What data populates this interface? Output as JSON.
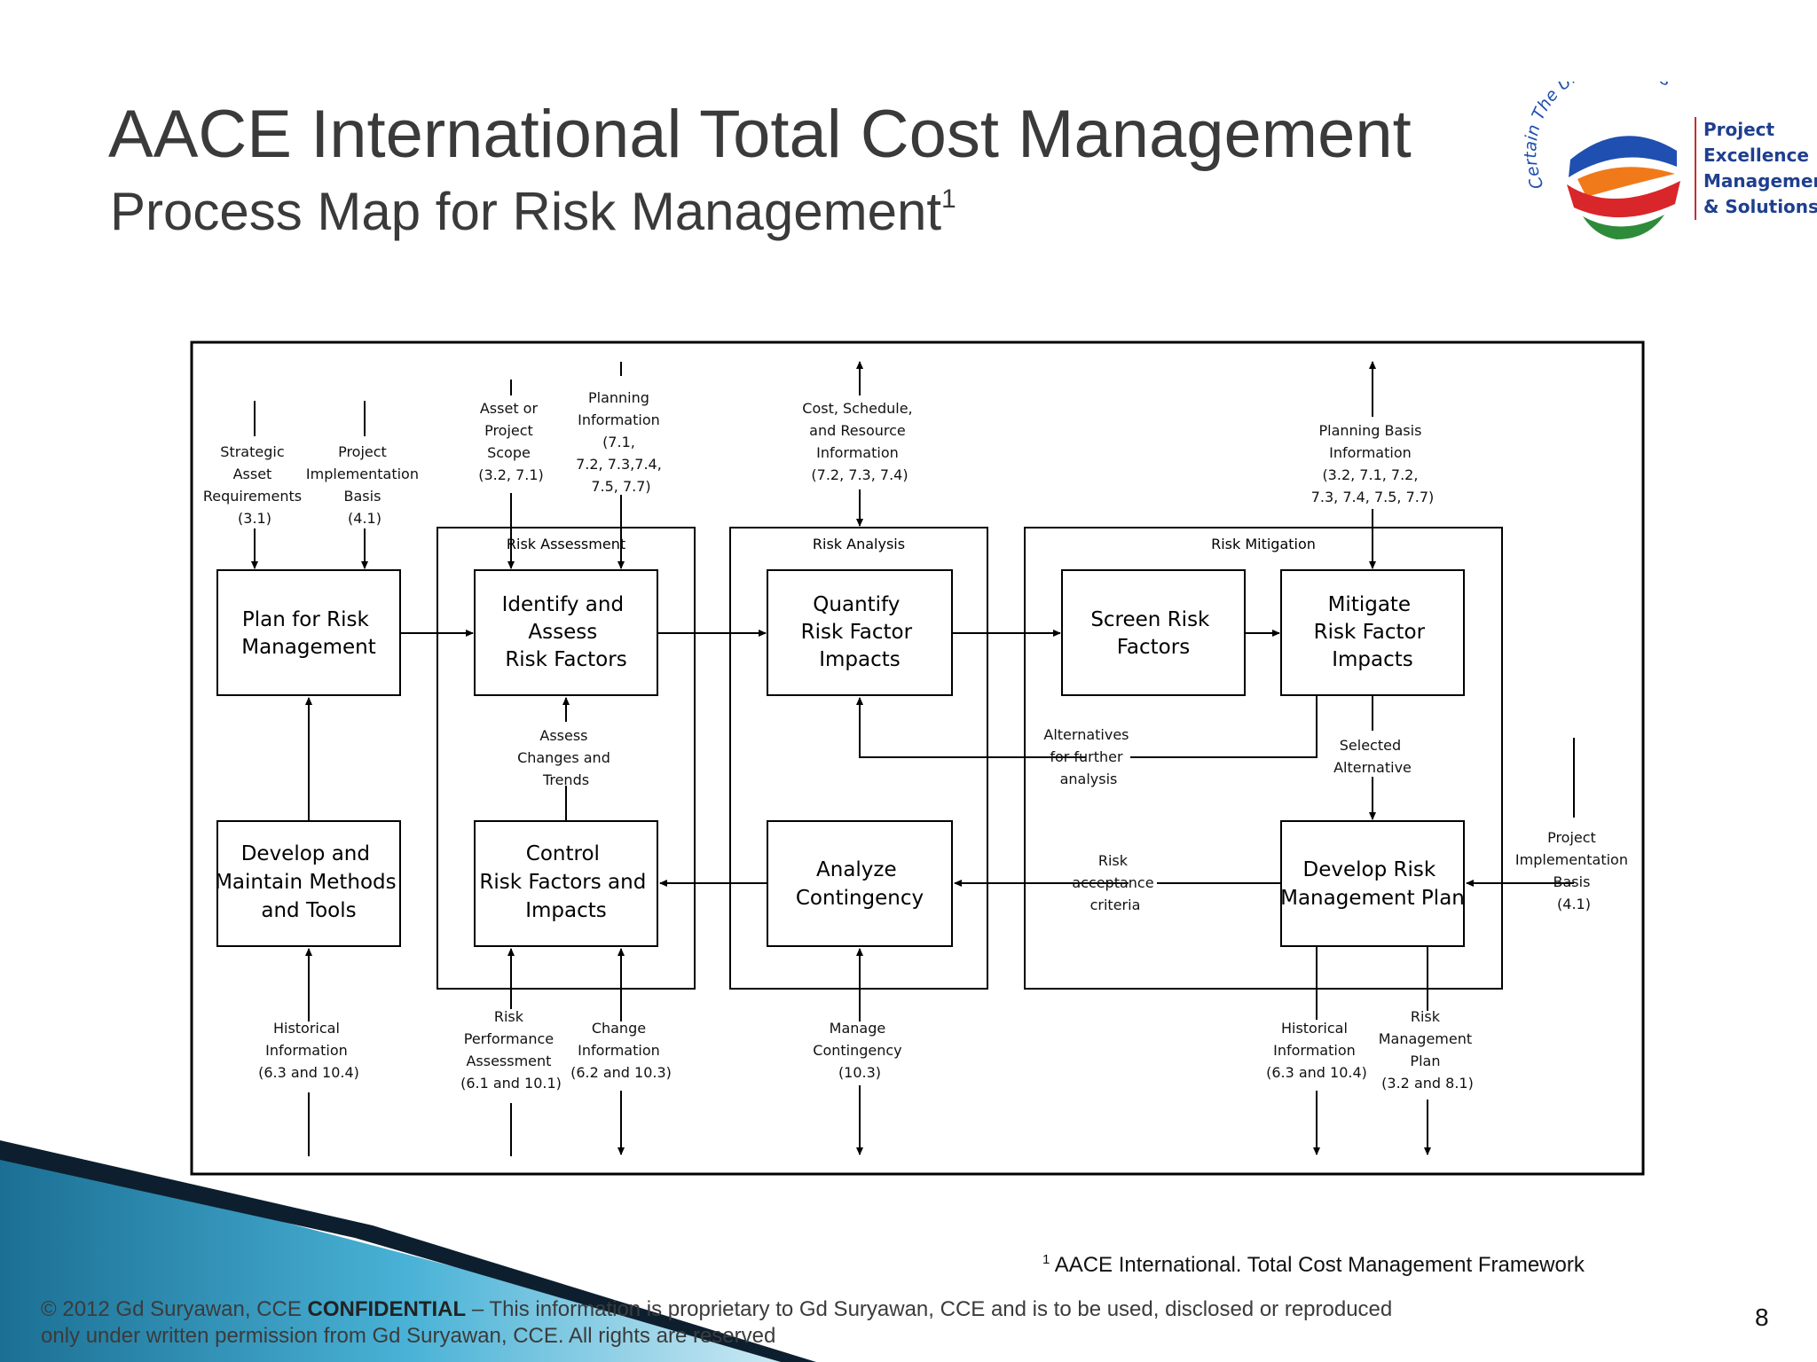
{
  "slide": {
    "title": "AACE International Total Cost Management",
    "subtitle": "Process Map for Risk Management",
    "subtitle_sup": "1",
    "page_number": "8"
  },
  "logo": {
    "arc_text": "Certain The Uncertainties",
    "lines": [
      "Project",
      "Excellence",
      "Management",
      "& Solutions"
    ],
    "colors": {
      "blue": "#1f4fb0",
      "orange": "#f07a1a",
      "red": "#d8262a",
      "green": "#2e8b3a"
    }
  },
  "diagram": {
    "groups": {
      "assessment": "Risk Assessment",
      "analysis": "Risk Analysis",
      "mitigation": "Risk Mitigation"
    },
    "boxes": {
      "plan": [
        "Plan for Risk",
        "Management"
      ],
      "develop_methods": [
        "Develop and",
        "Maintain Methods",
        "and Tools"
      ],
      "identify": [
        "Identify and",
        "Assess",
        "Risk Factors"
      ],
      "control": [
        "Control",
        "Risk Factors and",
        "Impacts"
      ],
      "quantify": [
        "Quantify",
        "Risk Factor",
        "Impacts"
      ],
      "contingency": [
        "Analyze",
        "Contingency"
      ],
      "screen": [
        "Screen Risk",
        "Factors"
      ],
      "mitigate": [
        "Mitigate",
        "Risk Factor",
        "Impacts"
      ],
      "develop_plan": [
        "Develop Risk",
        "Management Plan"
      ]
    },
    "labels": {
      "strategic": [
        "Strategic",
        "Asset",
        "Requirements",
        "(3.1)"
      ],
      "project_basis_top": [
        "Project",
        "Implementation",
        "Basis",
        "(4.1)"
      ],
      "asset_scope": [
        "Asset or",
        "Project",
        "Scope",
        "(3.2, 7.1)"
      ],
      "planning_info": [
        "Planning",
        "Information",
        "(7.1,",
        "7.2, 7.3,7.4,",
        "7.5, 7.7)"
      ],
      "cost_schedule": [
        "Cost, Schedule,",
        "and Resource",
        "Information",
        "(7.2, 7.3, 7.4)"
      ],
      "planning_basis": [
        "Planning Basis",
        "Information",
        "(3.2, 7.1, 7.2,",
        "7.3, 7.4, 7.5, 7.7)"
      ],
      "assess_changes": [
        "Assess",
        "Changes and",
        "Trends"
      ],
      "alternatives": [
        "Alternatives",
        "for further",
        "analysis"
      ],
      "selected": [
        "Selected",
        "Alternative"
      ],
      "acceptance": [
        "Risk",
        "acceptance",
        "criteria"
      ],
      "project_basis_right": [
        "Project",
        "Implementation",
        "Basis",
        "(4.1)"
      ],
      "historical_left": [
        "Historical",
        "Information",
        "(6.3 and 10.4)"
      ],
      "risk_perf": [
        "Risk",
        "Performance",
        "Assessment",
        "(6.1 and 10.1)"
      ],
      "change_info": [
        "Change",
        "Information",
        "(6.2 and 10.3)"
      ],
      "manage_contingency": [
        "Manage",
        "Contingency",
        "(10.3)"
      ],
      "historical_right": [
        "Historical",
        "Information",
        "(6.3 and 10.4)"
      ],
      "risk_plan": [
        "Risk",
        "Management",
        "Plan",
        "(3.2 and 8.1)"
      ]
    }
  },
  "footnote": {
    "sup": "1",
    "text": "AACE International. Total Cost Management Framework"
  },
  "copyright": {
    "line1_prefix": "© 2012 Gd Suryawan, CCE  ",
    "confidential": "CONFIDENTIAL",
    "line1_rest": " – This information is proprietary to Gd Suryawan, CCE and is to be used, disclosed or reproduced",
    "line2": "only under written permission from Gd Suryawan, CCE.  All rights are reserved"
  },
  "colors": {
    "wedge_dark": "#0d1f2e",
    "wedge_blue": "#2a8fb5",
    "wedge_light": "#6fc6e0"
  }
}
